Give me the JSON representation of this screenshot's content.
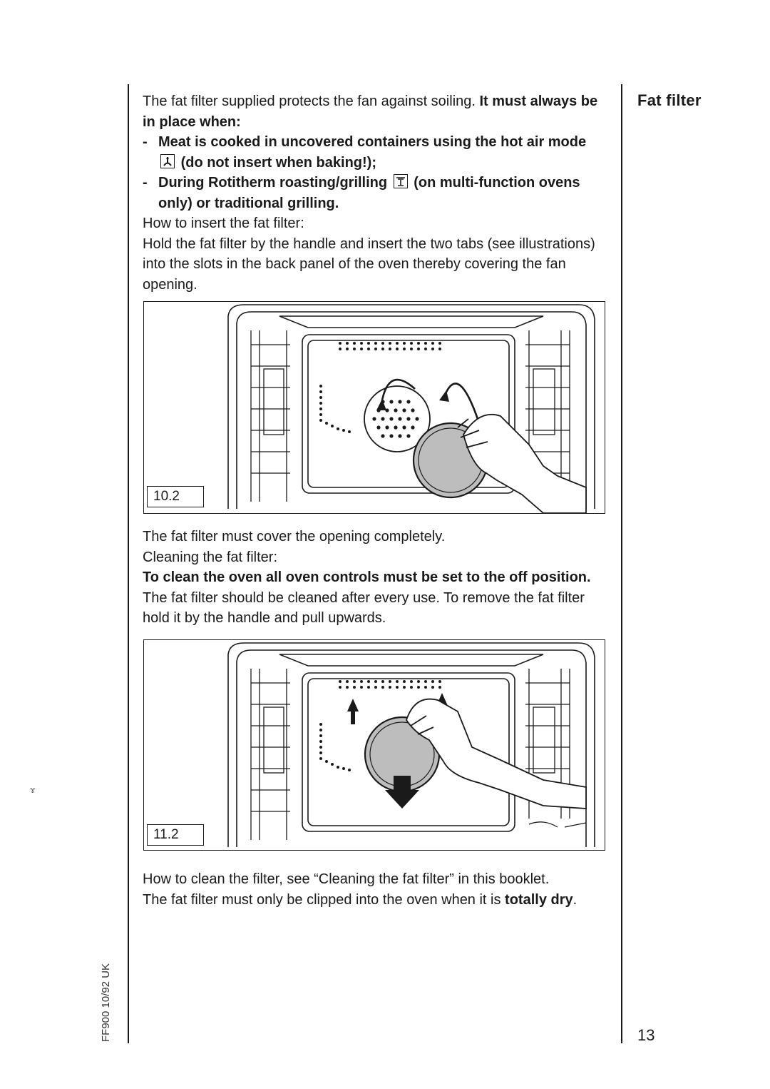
{
  "side_heading": "Fat filter",
  "page_number": "13",
  "footer_code": "FF900 10/92  UK",
  "stray_mark": "ɤ",
  "intro": {
    "normal": "The fat filter supplied protects the fan against soiling. ",
    "bold": "It must always be in place when:"
  },
  "bullets": [
    {
      "dash": "-",
      "before_icon": "Meat is cooked in uncovered containers using the hot air mode",
      "after_icon": "(do not insert when baking!);",
      "icon": "hot-air-icon"
    },
    {
      "dash": "-",
      "before_icon": "During Rotitherm roasting/grilling",
      "after_icon": "(on multi-function ovens only) or traditional grilling.",
      "icon": "rotitherm-icon"
    }
  ],
  "insert": {
    "heading": "How to insert the fat filter:",
    "body": "Hold the fat filter by the handle and insert the two tabs (see illustrations) into the slots in the back panel of the oven thereby covering the fan opening."
  },
  "figure1": {
    "label": "10.2"
  },
  "cover_note": "The fat filter must cover the opening completely.",
  "cleaning": {
    "heading": "Cleaning the fat filter:",
    "bold": "To clean the oven all oven controls must be set to the off position.",
    "normal": " The fat filter should be cleaned after every use. To remove the fat filter hold it by the handle and pull upwards."
  },
  "figure2": {
    "label": "11.2"
  },
  "closing": {
    "line1": "How to clean the filter, see “Cleaning the fat filter” in this booklet.",
    "line2_normal": "The fat filter must only be clipped into the oven when it is ",
    "line2_bold": "totally dry",
    "line2_end": "."
  },
  "colors": {
    "ink": "#1a1a1a",
    "paper": "#ffffff",
    "screen": "#bdbdbd"
  }
}
